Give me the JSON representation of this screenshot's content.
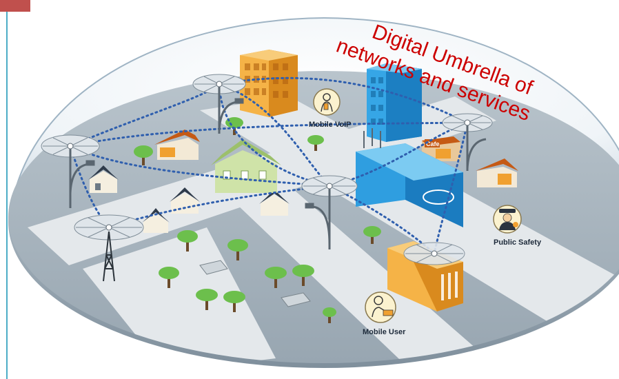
{
  "title": {
    "line1": "Digital Umbrella of",
    "line2": "networks and services"
  },
  "labels": {
    "mobile_voip": "Mobile VoIP",
    "cafe_sign": "Cafe",
    "public_safety": "Public Safety",
    "mobile_user": "Mobile User"
  },
  "colors": {
    "title_text": "#cc0000",
    "corner_tab": "#c0504d",
    "left_rule": "#4bacc6",
    "dome_outline": "#9fb4c4",
    "ground": "#a7b4be",
    "road": "#e4e8eb",
    "network_link": "#2f5fae",
    "tree": "#6cbf4c",
    "office_blue": "#2f9ee0",
    "office_orange": "#f0a030"
  },
  "icons": [
    "wireless-node-icon",
    "lattice-tower-icon",
    "streetlight-icon",
    "mobile-voip-icon",
    "public-safety-icon",
    "mobile-user-icon"
  ]
}
